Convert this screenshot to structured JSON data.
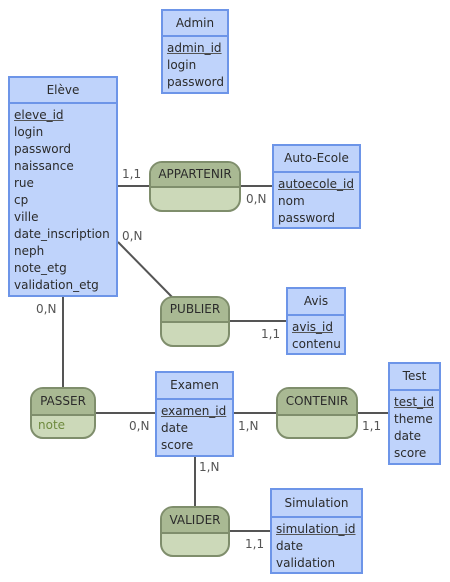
{
  "entities": {
    "admin": {
      "name": "Admin",
      "attributes": [
        "admin_id",
        "login",
        "password"
      ]
    },
    "eleve": {
      "name": "Elève",
      "attributes": [
        "eleve_id",
        "login",
        "password",
        "naissance",
        "rue",
        "cp",
        "ville",
        "date_inscription",
        "neph",
        "note_etg",
        "validation_etg"
      ]
    },
    "autoecole": {
      "name": "Auto-Ecole",
      "attributes": [
        "autoecole_id",
        "nom",
        "password"
      ]
    },
    "avis": {
      "name": "Avis",
      "attributes": [
        "avis_id",
        "contenu"
      ]
    },
    "examen": {
      "name": "Examen",
      "attributes": [
        "examen_id",
        "date",
        "score"
      ]
    },
    "test": {
      "name": "Test",
      "attributes": [
        "test_id",
        "theme",
        "date",
        "score"
      ]
    },
    "simulation": {
      "name": "Simulation",
      "attributes": [
        "simulation_id",
        "date",
        "validation"
      ]
    }
  },
  "associations": {
    "appartenir": {
      "name": "APPARTENIR"
    },
    "publier": {
      "name": "PUBLIER"
    },
    "passer": {
      "name": "PASSER",
      "attribute": "note"
    },
    "contenir": {
      "name": "CONTENIR"
    },
    "valider": {
      "name": "VALIDER"
    }
  },
  "cardinalities": {
    "eleve_appartenir": "1,1",
    "autoecole_appartenir": "0,N",
    "eleve_publier": "0,N",
    "avis_publier": "1,1",
    "eleve_passer": "0,N",
    "examen_passer": "0,N",
    "examen_contenir": "1,N",
    "test_contenir": "1,1",
    "examen_valider": "1,N",
    "simulation_valider": "1,1"
  },
  "colors": {
    "entity_fill": "#bfd3fb",
    "entity_border": "#6d95e8",
    "association_fill": "#ccd9b9",
    "association_header": "#a9b993",
    "association_border": "#7f8e6c",
    "link_line": "#555555"
  }
}
